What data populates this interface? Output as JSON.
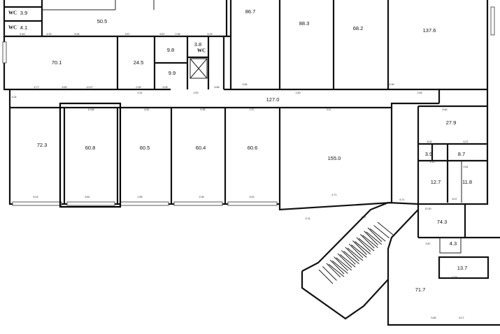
{
  "plan": {
    "rooms": [
      {
        "id": "r-3-9-wc",
        "area": "3.9",
        "label": "WC"
      },
      {
        "id": "r-4-1-wc",
        "area": "4.1",
        "label": "WC"
      },
      {
        "id": "r-50-5",
        "area": "50.5"
      },
      {
        "id": "r-86-7",
        "area": "86.7"
      },
      {
        "id": "r-88-3",
        "area": "88.3"
      },
      {
        "id": "r-68-2",
        "area": "68.2"
      },
      {
        "id": "r-137-6",
        "area": "137.6"
      },
      {
        "id": "r-70-1",
        "area": "70.1"
      },
      {
        "id": "r-24-5",
        "area": "24.5"
      },
      {
        "id": "r-9-8",
        "area": "9.8"
      },
      {
        "id": "r-3-8-wc",
        "area": "3.8",
        "label": "WC"
      },
      {
        "id": "r-9-9",
        "area": "9.9"
      },
      {
        "id": "r-127-0",
        "area": "127.0"
      },
      {
        "id": "r-72-3",
        "area": "72.3"
      },
      {
        "id": "r-60-8",
        "area": "60.8",
        "highlighted": true
      },
      {
        "id": "r-60-5",
        "area": "60.5"
      },
      {
        "id": "r-60-4",
        "area": "60.4"
      },
      {
        "id": "r-60-6",
        "area": "60.6"
      },
      {
        "id": "r-155-0",
        "area": "155.0"
      },
      {
        "id": "r-27-9",
        "area": "27.9"
      },
      {
        "id": "r-3-9",
        "area": "3.9"
      },
      {
        "id": "r-8-7",
        "area": "8.7"
      },
      {
        "id": "r-12-7",
        "area": "12.7"
      },
      {
        "id": "r-11-8",
        "area": "11.8"
      },
      {
        "id": "r-74-3",
        "area": "74.3"
      },
      {
        "id": "r-4-3",
        "area": "4.3"
      },
      {
        "id": "r-13-7",
        "area": "13.7"
      },
      {
        "id": "r-71-7",
        "area": "71.7"
      }
    ],
    "dimensions": [
      "6.46",
      "6.25",
      "6.48",
      "3.67",
      "5.87",
      "2.98",
      "6.25",
      "4.77",
      "5.69",
      "12.07",
      "0.95",
      "5.08",
      "5.56",
      "4.14",
      "2.00",
      "1.50",
      "2.48",
      "12.68",
      "6.62",
      "5.95",
      "2.37",
      "3.11",
      "8.14",
      "5.81",
      "1.55",
      "2.06",
      "3.02",
      "4.71",
      "5.60",
      "5.02",
      "5.27",
      "3.10",
      "0.61",
      "12.00",
      "6.07",
      "6.71",
      "3.87",
      "4.03",
      "5.66",
      "8.17",
      "3.74",
      "2.07",
      "3.24",
      "3.54",
      "4.39"
    ]
  }
}
